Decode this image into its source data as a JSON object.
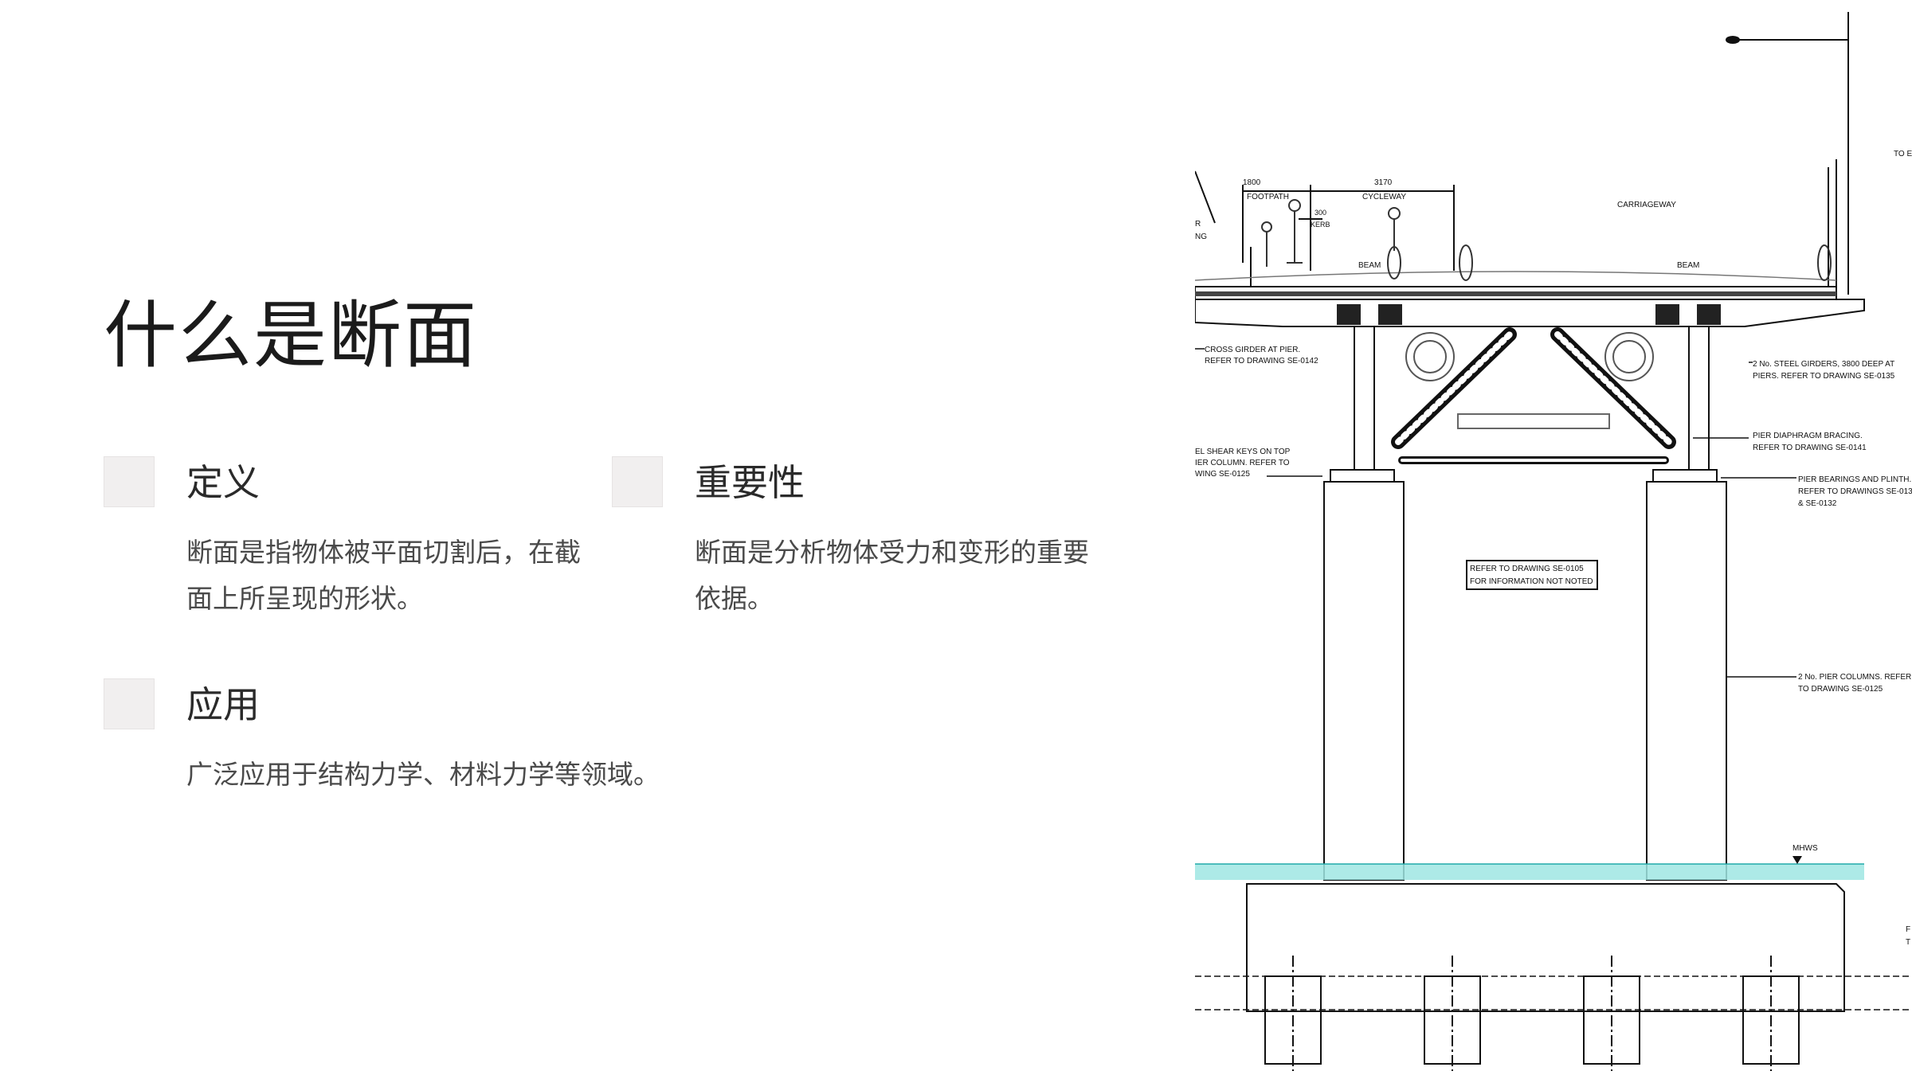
{
  "slide": {
    "title": "什么是断面"
  },
  "cards": {
    "definition": {
      "heading": "定义",
      "body": "断面是指物体被平面切割后，在截面上所呈现的形状。"
    },
    "importance": {
      "heading": "重要性",
      "body": "断面是分析物体受力和变形的重要依据。"
    },
    "application": {
      "heading": "应用",
      "body": "广泛应用于结构力学、材料力学等领域。"
    }
  },
  "drawing": {
    "dim_footpath_value": "1800",
    "dim_footpath_label": "FOOTPATH",
    "dim_cycleway_value": "3170",
    "dim_cycleway_label": "CYCLEWAY",
    "dim_kerb_value": "300",
    "dim_kerb_label": "KERB",
    "carriageway": "CARRIAGEWAY",
    "beam_left": "BEAM",
    "beam_right": "BEAM",
    "to_label": "TO E",
    "cross_girder_1": "CROSS GIRDER AT PIER.",
    "cross_girder_2": "REFER TO DRAWING SE-0142",
    "shear_keys_1": "EL SHEAR KEYS ON TOP",
    "shear_keys_2": "IER COLUMN. REFER TO",
    "shear_keys_3": "WING SE-0125",
    "steel_girders_1": "2 No. STEEL GIRDERS, 3800 DEEP AT",
    "steel_girders_2": "PIERS. REFER TO DRAWING SE-0135",
    "diaphragm_1": "PIER DIAPHRAGM BRACING.",
    "diaphragm_2": "REFER TO DRAWING SE-0141",
    "bearings_1": "PIER BEARINGS AND PLINTH.",
    "bearings_2": "REFER TO DRAWINGS SE-013",
    "bearings_3": "& SE-0132",
    "refer_box_1": "REFER TO DRAWING SE-0105",
    "refer_box_2": "FOR INFORMATION NOT NOTED",
    "columns_1": "2 No. PIER COLUMNS. REFER",
    "columns_2": "TO DRAWING SE-0125",
    "mhws": "MHWS",
    "side_label_1": "R",
    "side_label_2": "NG",
    "edge_label_1": "F",
    "edge_label_2": "T"
  }
}
